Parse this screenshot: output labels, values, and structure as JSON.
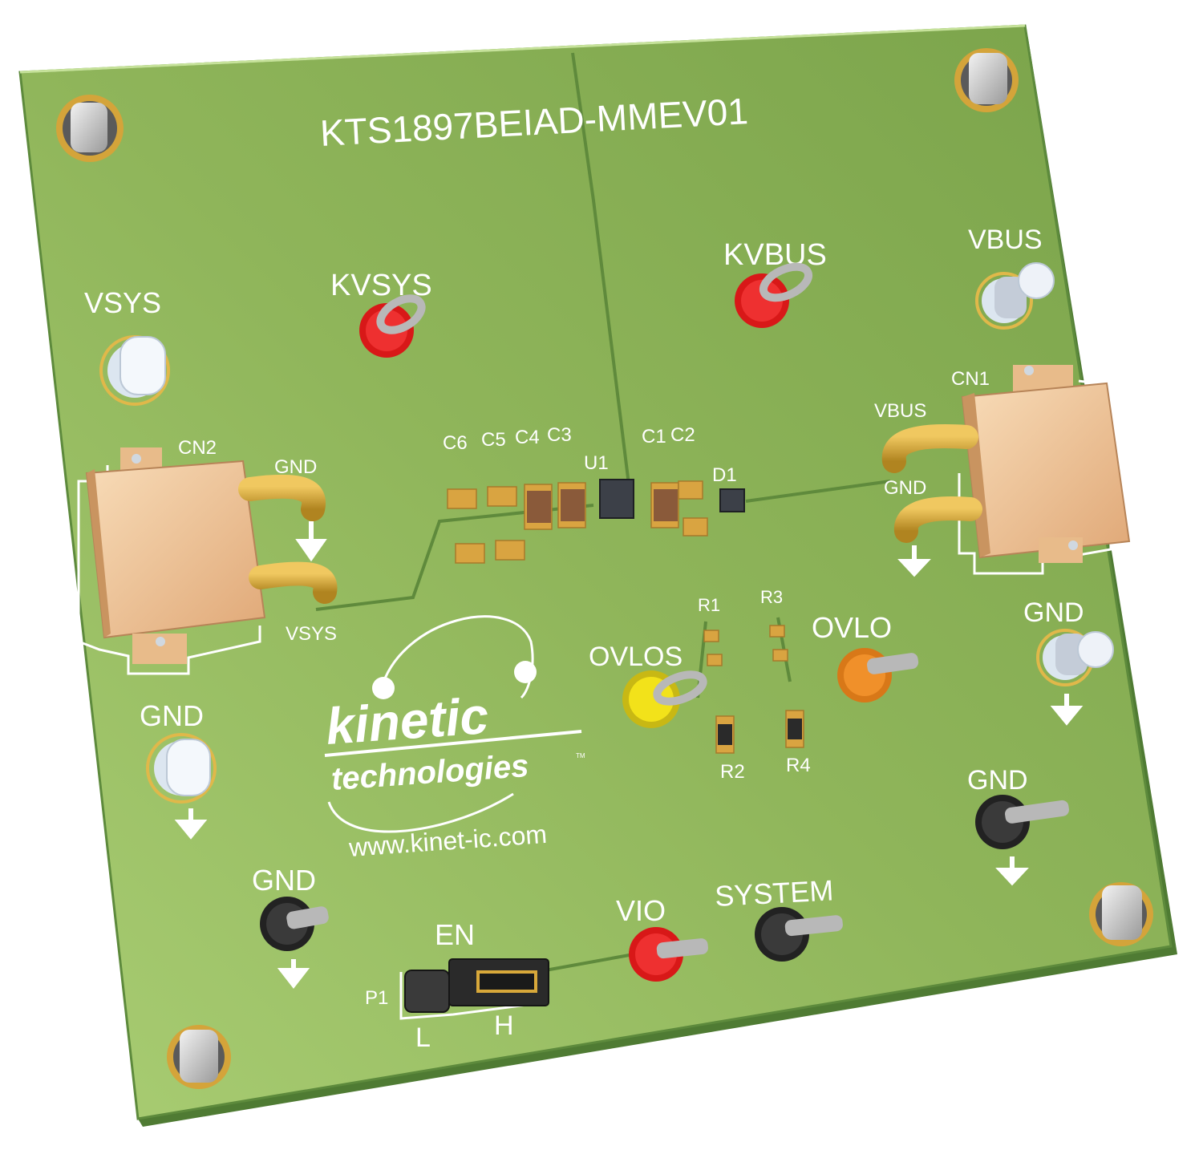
{
  "board": {
    "title": "KTS1897BEIAD-MMEV01",
    "website": "www.kinet-ic.com",
    "logo_text_1": "kinetic",
    "logo_text_2": "technologies",
    "logo_tm": "TM"
  },
  "labels": {
    "vsys_left": "VSYS",
    "kvsys": "KVSYS",
    "kvbus": "KVBUS",
    "vbus_right": "VBUS",
    "cn1": "CN1",
    "cn2": "CN2",
    "cn1_vbus": "VBUS",
    "cn1_gnd": "GND",
    "cn2_gnd": "GND",
    "cn2_vsys": "VSYS",
    "c6": "C6",
    "c5": "C5",
    "c4": "C4",
    "c3": "C3",
    "c1": "C1",
    "c2": "C2",
    "u1": "U1",
    "d1": "D1",
    "r1": "R1",
    "r2": "R2",
    "r3": "R3",
    "r4": "R4",
    "ovlos": "OVLOS",
    "ovlo": "OVLO",
    "gnd_right_upper": "GND",
    "gnd_right_lower": "GND",
    "gnd_left_upper": "GND",
    "gnd_left_lower": "GND",
    "en": "EN",
    "p1": "P1",
    "l": "L",
    "h": "H",
    "vio": "VIO",
    "system": "SYSTEM"
  },
  "colors": {
    "board_green": "#8fb55a",
    "board_edge": "#5d8a3c",
    "silkscreen": "#ffffff",
    "pad_gold": "#d9a441",
    "connector_body": "#f0c69a",
    "testpoint_red": "#d81818",
    "testpoint_yellow": "#f2e21a",
    "testpoint_orange": "#f0902a",
    "testpoint_black": "#333333",
    "testpoint_white": "#e8eef5"
  }
}
